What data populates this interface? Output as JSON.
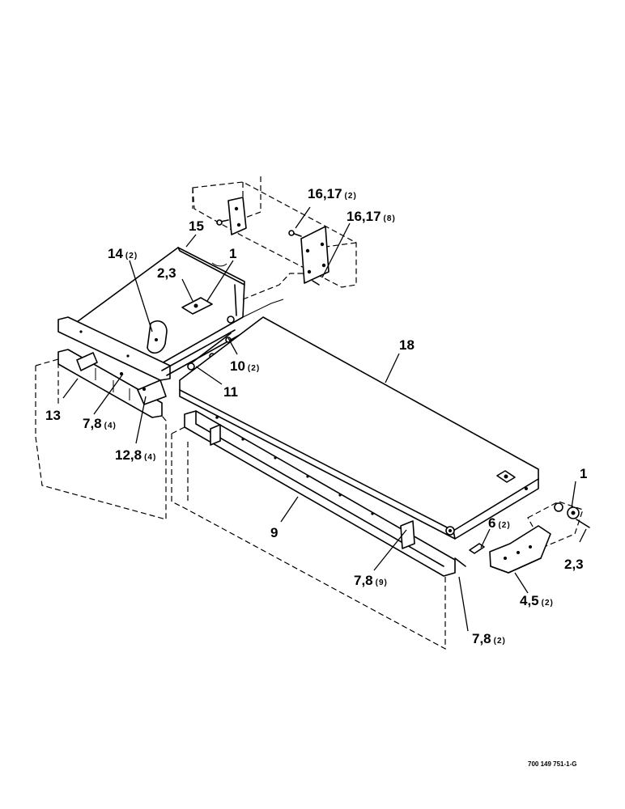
{
  "callouts": {
    "c_16_17_2": {
      "num": "16,17",
      "qty": "(2)"
    },
    "c_16_17_8": {
      "num": "16,17",
      "qty": "(8)"
    },
    "c_15": {
      "num": "15"
    },
    "c_14": {
      "num": "14",
      "qty": "(2)"
    },
    "c_1_top": {
      "num": "1"
    },
    "c_2_3_top": {
      "num": "2,3"
    },
    "c_18": {
      "num": "18"
    },
    "c_10": {
      "num": "10",
      "qty": "(2)"
    },
    "c_11": {
      "num": "11"
    },
    "c_13": {
      "num": "13"
    },
    "c_7_8_4": {
      "num": "7,8",
      "qty": "(4)"
    },
    "c_12_8": {
      "num": "12,8",
      "qty": "(4)"
    },
    "c_9": {
      "num": "9"
    },
    "c_1_right": {
      "num": "1"
    },
    "c_6": {
      "num": "6",
      "qty": "(2)"
    },
    "c_2_3_right": {
      "num": "2,3"
    },
    "c_7_8_9": {
      "num": "7,8",
      "qty": "(9)"
    },
    "c_4_5": {
      "num": "4,5",
      "qty": "(2)"
    },
    "c_7_8_2": {
      "num": "7,8",
      "qty": "(2)"
    }
  },
  "document_number": "700 149 751-1-G"
}
